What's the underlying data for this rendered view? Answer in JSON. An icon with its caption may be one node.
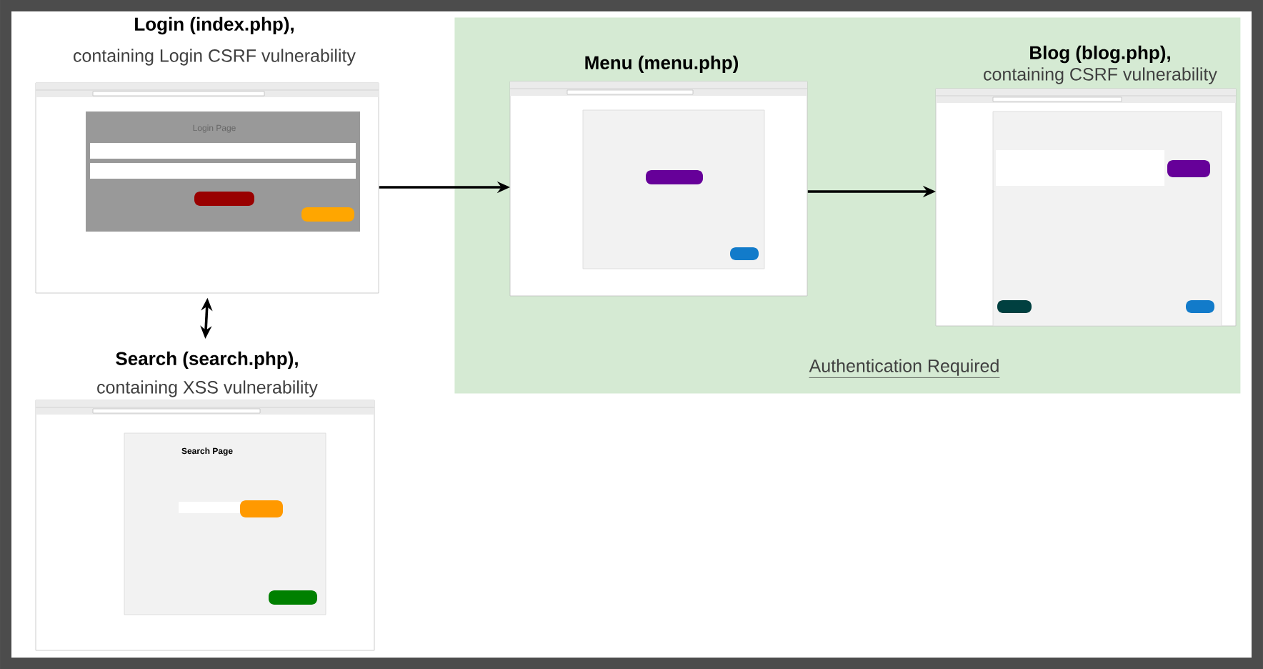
{
  "diagram": {
    "nodes": [
      {
        "text": [
          "Login (index.php),",
          "containing Login CSRF vulnerability"
        ]
      },
      {
        "text": [
          "Authentication Required"
        ]
      },
      {
        "text": [
          "Menu (menu.php)"
        ],
        "in": 1
      },
      {
        "text": [
          "Blog (blog.php),",
          "containing CSRF vulnerability"
        ],
        "in": 1
      },
      {
        "text": [
          "Search (search.php),",
          "containing XSS vulnerability"
        ]
      }
    ],
    "edges": [
      {
        "from": 0,
        "to": 2,
        "arrow": "to"
      },
      {
        "from": 2,
        "to": 3,
        "arrow": "to"
      },
      {
        "from": 0,
        "to": 4,
        "arrow": "both"
      }
    ],
    "labels": [
      "Login Page",
      "Search Page"
    ]
  }
}
